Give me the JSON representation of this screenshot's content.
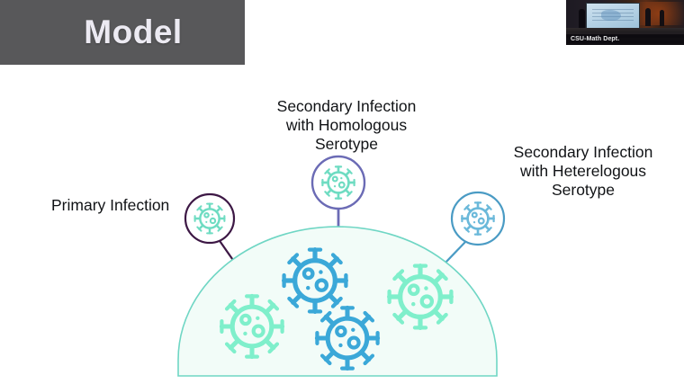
{
  "slide": {
    "title": "Model",
    "background_color": "#ffffff",
    "title_bar_color": "#58585a",
    "title_text_color": "#eceaf2"
  },
  "video_overlay": {
    "caption": "CSU-Math Dept.",
    "scene_description": "lecture hall with projector screen"
  },
  "diagram": {
    "type": "conceptual-illustration",
    "population_dome": {
      "fill_color": "#f2fcf8",
      "stroke_color": "#6fd6c4"
    },
    "callouts": [
      {
        "id": "primary",
        "label": "Primary Infection",
        "circle_color": "#3d1845",
        "virus_color": "#6fdcc2",
        "line_color": "#3d1845"
      },
      {
        "id": "homologous",
        "label": "Secondary Infection\nwith Homologous\nSerotype",
        "circle_color": "#6b6bb5",
        "virus_color": "#6fdcc2",
        "line_color": "#6b6bb5"
      },
      {
        "id": "heterologous",
        "label": "Secondary Infection\nwith Heterelogous\nSerotype",
        "circle_color": "#4a9bc4",
        "virus_color": "#6bb9da",
        "line_color": "#4a9bc4"
      }
    ],
    "viruses_in_population": [
      {
        "position": "top-center",
        "color": "#3ba8d8"
      },
      {
        "position": "bottom-center",
        "color": "#3ba8d8"
      },
      {
        "position": "left",
        "color": "#7fefcb"
      },
      {
        "position": "right",
        "color": "#7fefcb"
      }
    ]
  }
}
